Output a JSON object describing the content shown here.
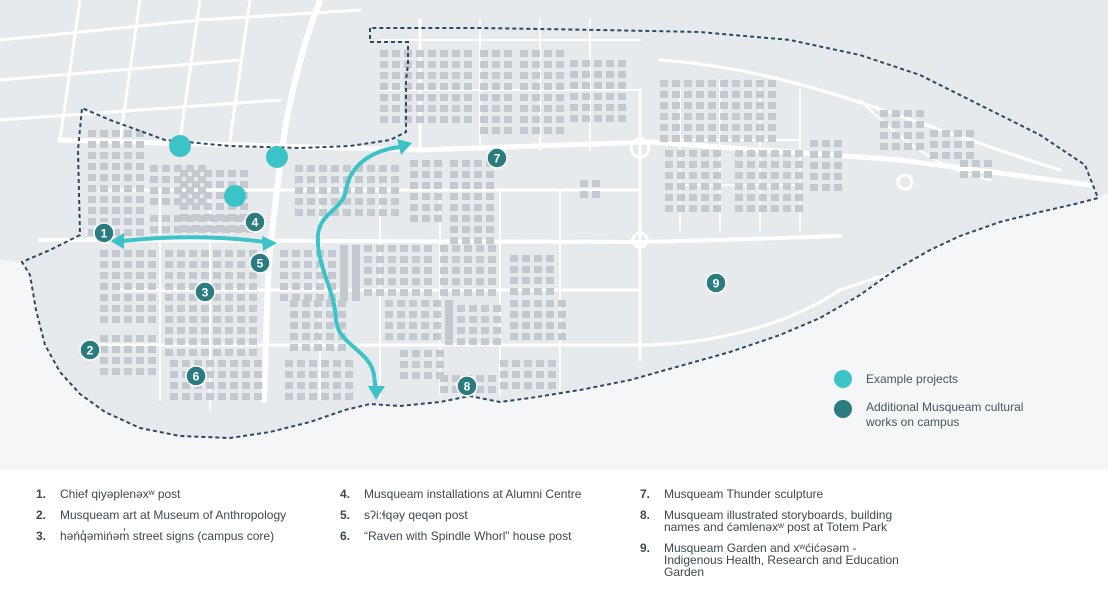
{
  "colors": {
    "water": "#f4f6f7",
    "land": "#e7eaec",
    "roads": "#ffffff",
    "buildings": "#c3c9cf",
    "boundary": "#2c4a63",
    "example_projects": "#3cc3c8",
    "additional_works": "#2b7c80",
    "route": "#3cc3c8",
    "text": "#3d4850"
  },
  "map": {
    "markers": [
      {
        "number": "1",
        "label": "Chief qiyəplenəxʷ post"
      },
      {
        "number": "2",
        "label": "Musqueam art at Museum of Anthropology"
      },
      {
        "number": "3",
        "label": "həńq̓əmińəm̓ street signs (campus core)"
      },
      {
        "number": "4",
        "label": "Musqueam installations at Alumni Centre"
      },
      {
        "number": "5",
        "label": "sʔi:ɬqəy qeqən post"
      },
      {
        "number": "6",
        "label": "“Raven with Spindle Whorl” house post"
      },
      {
        "number": "7",
        "label": "Musqueam Thunder sculpture"
      },
      {
        "number": "8",
        "label": "Musqueam illustrated storyboards, building names and ćəmlenəxʷ post at Totem Park"
      },
      {
        "number": "9",
        "label": "Musqueam Garden and xʷćićəsəm - Indigenous Health, Research and Education Garden"
      }
    ],
    "example_project_count": 3
  },
  "legend": {
    "example_projects": "Example projects",
    "additional_works_line1": "Additional Musqueam cultural",
    "additional_works_line2": "works on campus"
  },
  "key": {
    "items": [
      {
        "number": "1.",
        "lines": [
          "Chief qiyəplenəxʷ post"
        ]
      },
      {
        "number": "2.",
        "lines": [
          "Musqueam art at Museum of Anthropology"
        ]
      },
      {
        "number": "3.",
        "lines": [
          "həńq̓əmińəm̓ street signs (campus core)"
        ]
      },
      {
        "number": "4.",
        "lines": [
          "Musqueam installations at Alumni Centre"
        ]
      },
      {
        "number": "5.",
        "lines": [
          "sʔi:ɬqəy qeqən post"
        ]
      },
      {
        "number": "6.",
        "lines": [
          "“Raven with Spindle Whorl” house post"
        ]
      },
      {
        "number": "7.",
        "lines": [
          "Musqueam Thunder sculpture"
        ]
      },
      {
        "number": "8.",
        "lines": [
          "Musqueam illustrated storyboards, building",
          "names and ćəmlenəxʷ post at Totem Park"
        ]
      },
      {
        "number": "9.",
        "lines": [
          "Musqueam Garden and xʷćićəsəm -",
          "Indigenous Health, Research and Education",
          "Garden"
        ]
      }
    ]
  }
}
